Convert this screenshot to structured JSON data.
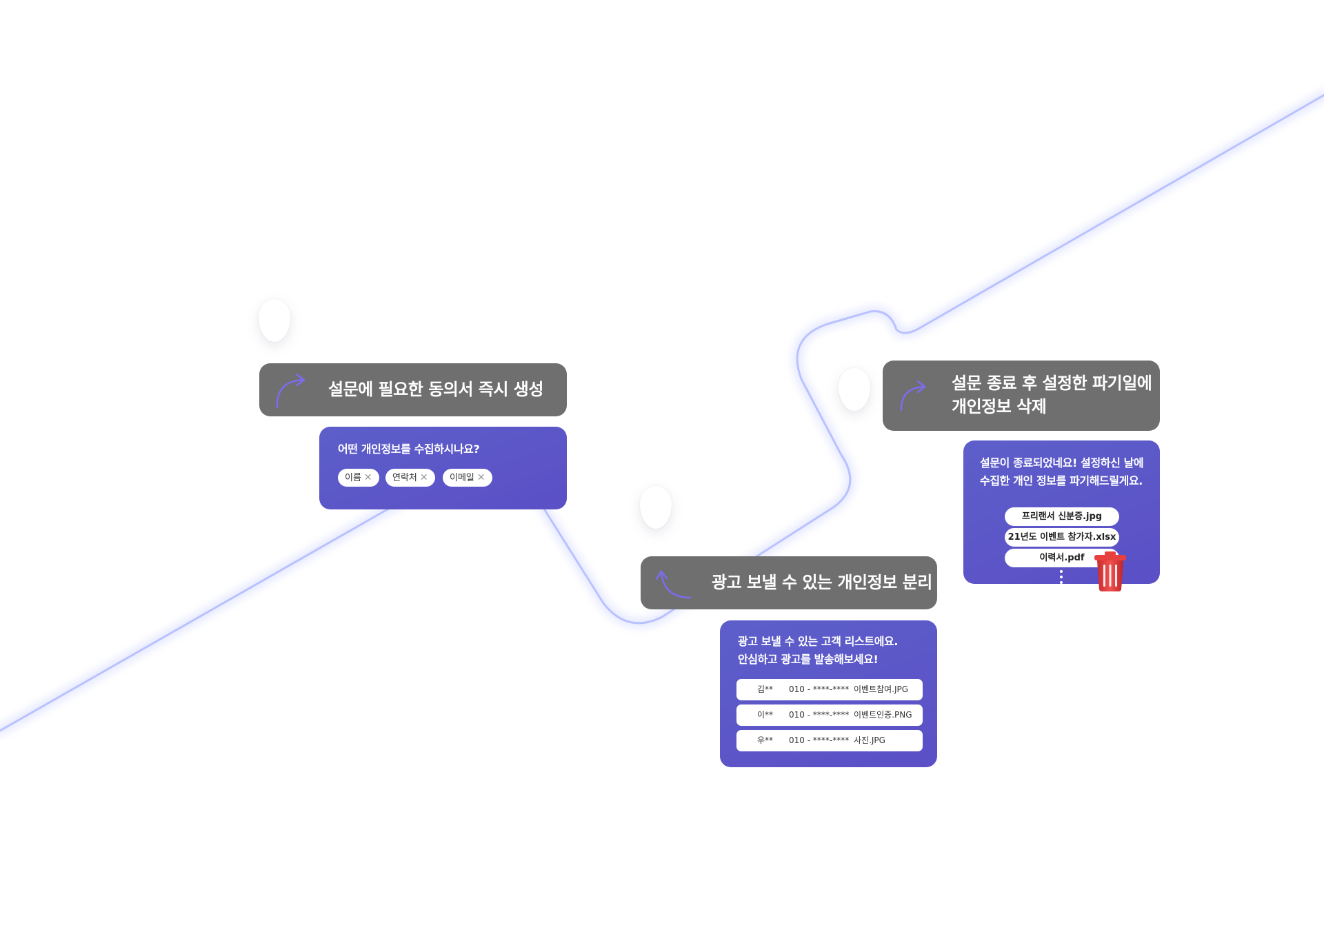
{
  "colors": {
    "title_bg": "#6f6f6f",
    "card_bg": "#5b55c8",
    "path_line": "#b9c2ff",
    "arrow_accent": "#7b6cf0",
    "trash": "#e8403f"
  },
  "steps": [
    {
      "title": "설문에 필요한 동의서 즉시 생성",
      "card": {
        "question": "어떤 개인정보를 수집하시나요?",
        "chips": [
          "이름",
          "연락처",
          "이메일"
        ],
        "chip_remove_icon": "close-icon"
      }
    },
    {
      "title": "광고 보낼 수 있는 개인정보 분리",
      "card": {
        "line1": "광고 보낼 수 있는 고객 리스트에요.",
        "line2": "안심하고 광고를 발송해보세요!",
        "rows": [
          {
            "name": "김**",
            "phone": "010 - ****-****",
            "file": "이벤트참여.JPG"
          },
          {
            "name": "이**",
            "phone": "010 - ****-****",
            "file": "이벤트인증.PNG"
          },
          {
            "name": "우**",
            "phone": "010 - ****-****",
            "file": "사진.JPG"
          }
        ]
      }
    },
    {
      "title_line1": "설문 종료 후 설정한 파기일에",
      "title_line2": "개인정보 삭제",
      "card": {
        "line1": "설문이 종료되었네요! 설정하신 날에",
        "line2": "수집한 개인 정보를 파기해드릴게요.",
        "files": [
          "프리랜서 신분증.jpg",
          "21년도 이벤트 참가자.xlsx",
          "이력서.pdf"
        ],
        "more_icon": "vertical-ellipsis-icon",
        "trash_icon": "trash-icon"
      }
    }
  ]
}
